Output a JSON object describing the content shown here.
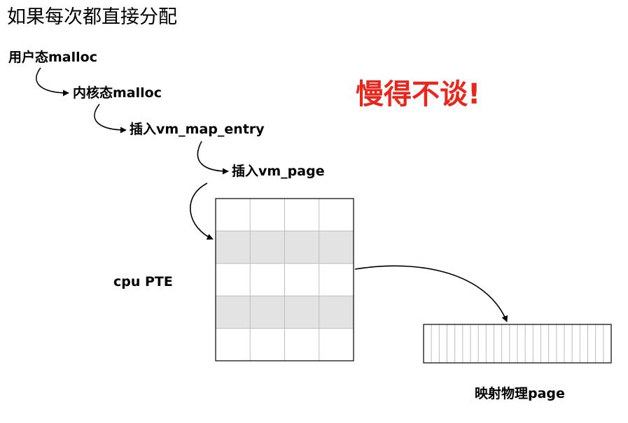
{
  "title": "如果每次都直接分配",
  "steps": [
    "用户态malloc",
    "内核态malloc",
    "插入vm_map_entry",
    "插入vm_page"
  ],
  "warning": "慢得不谈!",
  "pte_label": "cpu PTE",
  "page_label": "映射物理page",
  "pte_table": {
    "rows": 5,
    "cols": 4,
    "shaded_rows": [
      1,
      3
    ]
  },
  "page_strip": {
    "slots": 24
  },
  "colors": {
    "warning": "#e8261c",
    "shade": "#e3e3e3",
    "grid": "#bdbdbd",
    "border": "#000000"
  }
}
